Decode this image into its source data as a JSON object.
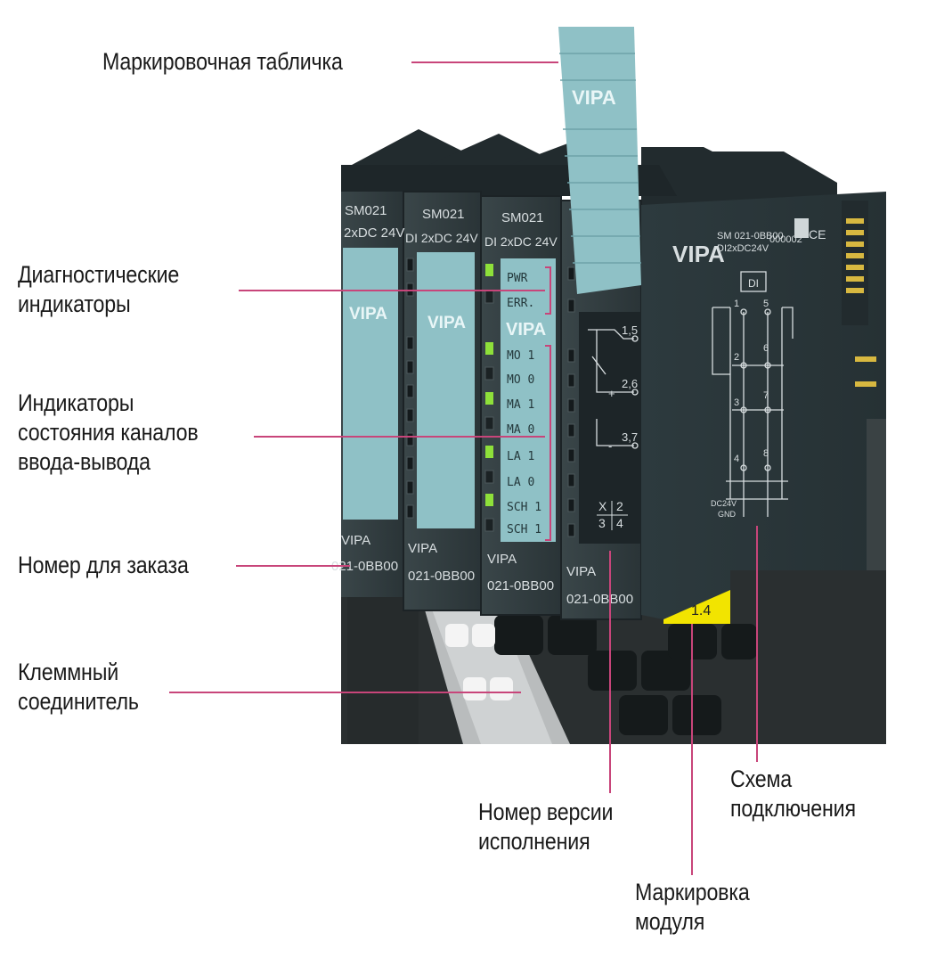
{
  "callouts": {
    "marking_strip": "Маркировочная табличка",
    "diagnostic_leds": [
      "Диагностические",
      "индикаторы"
    ],
    "channel_leds": [
      "Индикаторы",
      "состояния каналов",
      "ввода-вывода"
    ],
    "order_number": "Номер для заказа",
    "terminal_connector": [
      "Клеммный",
      "соединитель"
    ],
    "version_number": [
      "Номер версии",
      "исполнения"
    ],
    "module_marking": [
      "Маркировка",
      "модуля"
    ],
    "wiring_diagram": [
      "Схема",
      "подключения"
    ]
  },
  "device": {
    "brand": "VIPA",
    "module_type": "SM021",
    "module_desc": "DI 2xDC 24V",
    "module_desc_short": "2xDC 24V",
    "order_no": "021-0BB00",
    "side_order_no": "SM 021-0BB00",
    "side_desc": "DI2xDC24V",
    "side_serial": "000002",
    "ce_mark": "CE",
    "led_labels": [
      "PWR",
      "ERR.",
      "MO 1",
      "MO 0",
      "MA 1",
      "MA 0",
      "LA 1",
      "LA 0",
      "SCH 1",
      "SCH 1"
    ],
    "terminal_labels": [
      "1,5",
      "2,6",
      "3,7"
    ],
    "version_labels": [
      "X",
      "2",
      "3",
      "4"
    ],
    "wiring_title": "DI",
    "wiring_pins": [
      "1",
      "5",
      "2",
      "6",
      "3",
      "7",
      "4",
      "8"
    ],
    "wiring_supply": [
      "DC24V",
      "GND"
    ],
    "yellow_label": "1.4",
    "terminal_sign_plus": "+",
    "terminal_sign_minus": "-"
  },
  "colors": {
    "callout_line": "#c8457a",
    "module_body": "#2f3b3f",
    "marking_strip": "#8fc1c6",
    "led_green": "#8ee03a",
    "yellow_label": "#f2e400"
  }
}
